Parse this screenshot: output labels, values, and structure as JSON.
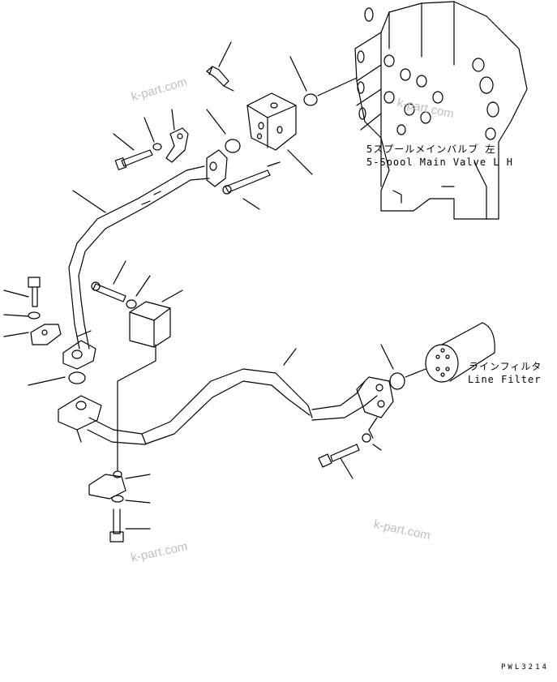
{
  "labels": {
    "main_valve_jp": "5スプールメインバルブ 左",
    "main_valve_en": "5-Spool Main Valve L H",
    "line_filter_jp": "ラインフィルタ",
    "line_filter_en": "Line Filter"
  },
  "watermarks": [
    "k-part.com",
    "k-part.com",
    "k-part.com",
    "k-part.com"
  ],
  "drawing_code": "PWL3214"
}
